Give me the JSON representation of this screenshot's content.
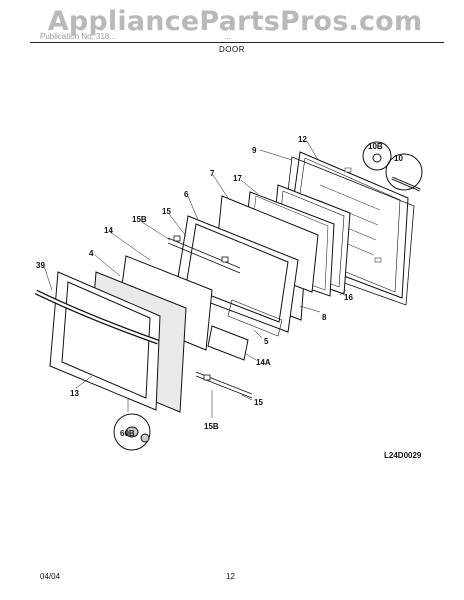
{
  "watermark": "AppliancePartsPros.com",
  "header": {
    "left": "Publication No. 318...",
    "right": "...",
    "section": "DOOR"
  },
  "diagram": {
    "code": "L24D0029",
    "labels": {
      "p12": "12",
      "p9": "9",
      "p10B": "10B",
      "p10": "10",
      "p7": "7",
      "p17": "17",
      "p6": "6",
      "p15B_top": "15B",
      "p15_top": "15",
      "p14": "14",
      "p4": "4",
      "p39": "39",
      "p16": "16",
      "p8": "8",
      "p5": "5",
      "p14A": "14A",
      "p15_bot": "15",
      "p15B_bot": "15B",
      "p13": "13",
      "p60B": "60B"
    }
  },
  "footer": {
    "date": "04/04",
    "page": "12"
  }
}
